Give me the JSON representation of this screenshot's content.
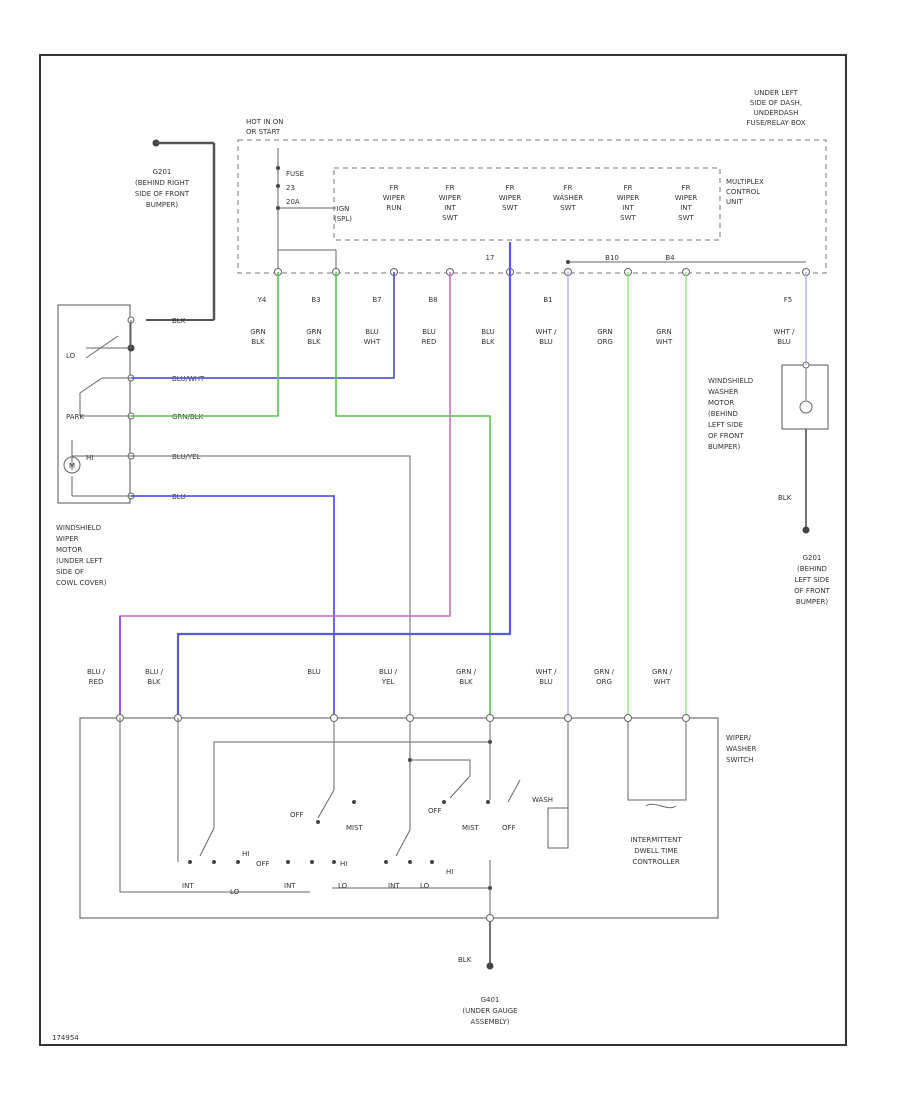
{
  "under_dash_box": {
    "location": [
      "UNDER LEFT",
      "SIDE OF DASH,",
      "UNDERDASH",
      "FUSE/RELAY BOX"
    ],
    "hot_label": [
      "HOT IN ON",
      "OR START"
    ],
    "fuse_label": [
      "FUSE",
      "23",
      "20A"
    ]
  },
  "mcu_box": {
    "title": [
      "MULTIPLEX",
      "CONTROL",
      "UNIT"
    ],
    "ign_label": [
      "IGN",
      "(SPL)"
    ],
    "functions": [
      [
        "FR",
        "WIPER",
        "RUN"
      ],
      [
        "FR",
        "WIPER",
        "INT",
        "SWT"
      ],
      [
        "FR",
        "WIPER",
        "SWT"
      ],
      [
        "FR",
        "WASHER",
        "SWT"
      ],
      [
        "FR",
        "WIPER",
        "INT",
        "SWT"
      ],
      [
        "FR",
        "WIPER",
        "INT",
        "SWT"
      ]
    ]
  },
  "pins": [
    "Y4",
    "B3",
    "B7",
    "B8",
    "17",
    "B1",
    "B10",
    "B4",
    "F5"
  ],
  "upper_wire_colors": [
    [
      "GRN",
      "BLK"
    ],
    [
      "GRN",
      "BLK"
    ],
    [
      "BLU",
      "WHT"
    ],
    [
      "BLU",
      "RED"
    ],
    [
      "BLU",
      "BLK"
    ],
    [
      "WHT /",
      "BLU"
    ],
    [
      "GRN",
      "ORG"
    ],
    [
      "GRN",
      "WHT"
    ],
    [
      "WHT /",
      "BLU"
    ]
  ],
  "ground_right_bumper": [
    "G201",
    "(BEHIND RIGHT",
    "SIDE OF FRONT",
    "BUMPER)"
  ],
  "ground_left_bumper": [
    "G201",
    "(BEHIND",
    "LEFT SIDE",
    "OF FRONT",
    "BUMPER)"
  ],
  "ground_under_gauge": [
    "G401",
    "(UNDER GAUGE",
    "ASSEMBLY)"
  ],
  "wiper_motor": {
    "label": [
      "WINDSHIELD",
      "WIPER",
      "MOTOR",
      "(UNDER LEFT",
      "SIDE OF",
      "COWL COVER)"
    ],
    "park_label": "PARK",
    "wires": [
      "BLK",
      "BLU/WHT",
      "GRN/BLK",
      "BLU/YEL",
      "BLU"
    ],
    "internal": [
      "HI",
      "LO",
      "M"
    ]
  },
  "washer_motor": {
    "label": [
      "WINDSHIELD",
      "WASHER",
      "MOTOR",
      "(BEHIND",
      "LEFT SIDE",
      "OF FRONT",
      "BUMPER)"
    ],
    "wire_ground": "BLK"
  },
  "lower_wire_colors": [
    [
      "BLU /",
      "RED"
    ],
    [
      "BLU /",
      "BLK"
    ],
    [
      "BLU"
    ],
    [
      "BLU /",
      "YEL"
    ],
    [
      "GRN /",
      "BLK"
    ],
    [
      "WHT /",
      "BLU"
    ],
    [
      "GRN /",
      "ORG"
    ],
    [
      "GRN /",
      "WHT"
    ]
  ],
  "switch": {
    "title": [
      "WIPER/",
      "WASHER",
      "SWITCH"
    ],
    "positions": [
      "OFF",
      "MIST",
      "OFF",
      "MIST",
      "OFF",
      "HI",
      "LO",
      "INT",
      "HI",
      "INT",
      "LO",
      "WASH",
      "OFF"
    ],
    "controller": [
      "INTERMITTENT",
      "DWELL TIME",
      "CONTROLLER"
    ],
    "ground_wire": "BLK"
  },
  "figure_code": "174954"
}
